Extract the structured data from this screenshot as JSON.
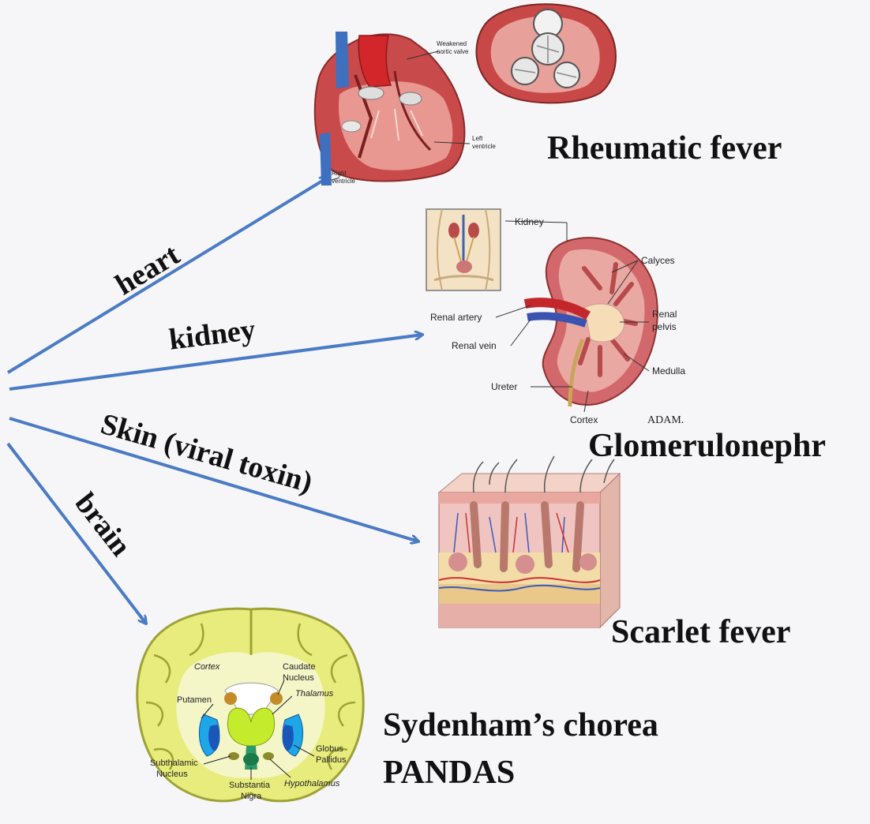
{
  "arrows": {
    "heart": "heart",
    "kidney": "kidney",
    "skin": "Skin (viral toxin)",
    "brain": "brain"
  },
  "captions": {
    "rheumatic": "Rheumatic fever",
    "glomerulo": "Glomerulonephr",
    "scarlet": "Scarlet fever",
    "sydenham": "Sydenham’s chorea",
    "pandas": "PANDAS"
  },
  "heart_labels": {
    "weakened": "Weakened",
    "aortic_valve": "aortic valve",
    "left": "Left",
    "left_ventricle": "ventricle",
    "right": "Right",
    "right_ventricle": "ventricle"
  },
  "kidney_labels": {
    "kidney": "Kidney",
    "calyces": "Calyces",
    "renal_artery": "Renal artery",
    "renal_vein": "Renal vein",
    "renal": "Renal",
    "pelvis": "pelvis",
    "medulla": "Medulla",
    "ureter": "Ureter",
    "cortex": "Cortex",
    "adam": "ADAM."
  },
  "brain_labels": {
    "cortex": "Cortex",
    "caudate": "Caudate",
    "nucleus": "Nucleus",
    "putamen": "Putamen",
    "thalamus": "Thalamus",
    "subthalamic": "Subthalamic",
    "sub_nucleus": "Nucleus",
    "globus": "Globus",
    "pallidus": "Pallidus",
    "substantia": "Substantia",
    "nigra": "Nigra",
    "hypothalamus": "Hypothalamus"
  },
  "colors": {
    "arrow": "#4a7bc4",
    "text": "#111111",
    "brain_yellow": "#e8ec7c",
    "kidney_red": "#d2686b",
    "skin_pink": "#f0c4c0"
  }
}
